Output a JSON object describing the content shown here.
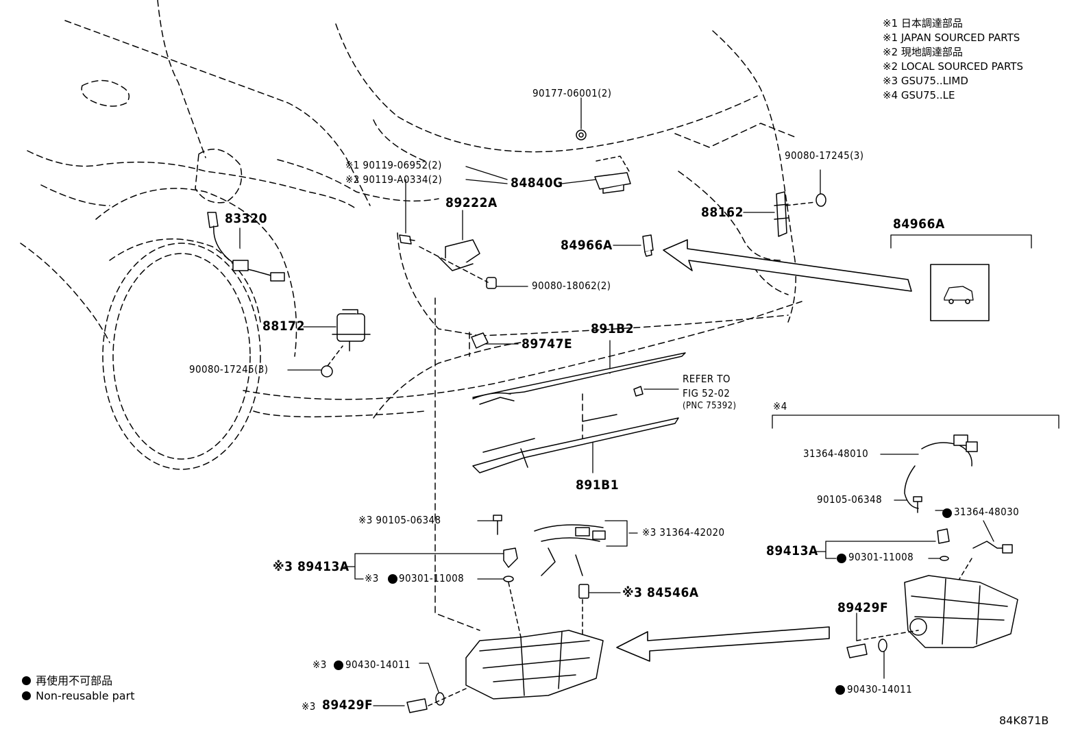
{
  "notes": [
    "※1 日本調達部品",
    "※1 JAPAN SOURCED PARTS",
    "※2 現地調達部品",
    "※2 LOCAL SOURCED PARTS",
    "※3 GSU75..LIMD",
    "※4 GSU75..LE"
  ],
  "legend": {
    "jp": "再使用不可部品",
    "en": "Non-reusable part"
  },
  "diagram_id": "84K871B",
  "parts": {
    "p90177": "90177-06001(2)",
    "p90119a": "※1 90119-06952(2)",
    "p90119b": "※2 90119-A0334(2)",
    "p84840g": "84840G",
    "p89222a": "89222A",
    "p83320": "83320",
    "p90080r": "90080-17245(3)",
    "p88162": "88162",
    "p84966a": "84966A",
    "p84966a_box": "84966A",
    "p90080_18062": "90080-18062(2)",
    "p88172": "88172",
    "p90080l": "90080-17245(3)",
    "p89747e": "89747E",
    "p891b2": "891B2",
    "refer1": "REFER TO",
    "refer2": "FIG 52-02",
    "refer3": "(PNC 75392)",
    "p891b1": "891B1",
    "mark4": "※4",
    "p31364_48010": "31364-48010",
    "p90105r": "90105-06348",
    "p31364_48030": "31364-48030",
    "p89413a_r": "89413A",
    "p90301r": "90301-11008",
    "p89429f_r": "89429F",
    "p90430r": "90430-14011",
    "p90105l": "※3 90105-06348",
    "p31364_42020": "※3 31364-42020",
    "p89413a_l": "※3 89413A",
    "p90301l": "90301-11008",
    "p84546a": "※3 84546A",
    "p90430l": "90430-14011",
    "p89429f_l": "89429F",
    "mark3": "※3"
  }
}
